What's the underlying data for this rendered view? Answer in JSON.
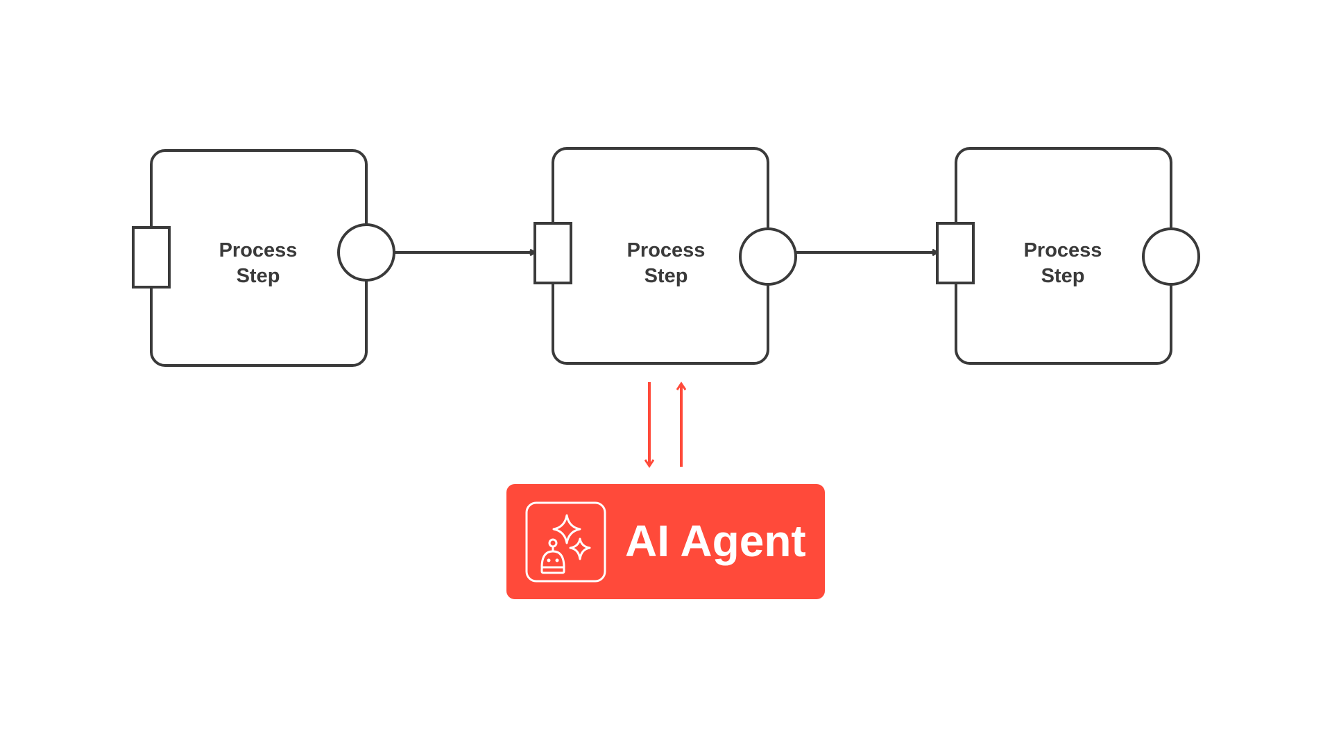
{
  "steps": [
    {
      "line1": "Process",
      "line2": "Step"
    },
    {
      "line1": "Process",
      "line2": "Step"
    },
    {
      "line1": "Process",
      "line2": "Step"
    }
  ],
  "agent": {
    "label": "AI Agent",
    "icon": "robot-sparkles-icon"
  },
  "colors": {
    "stroke": "#3a3a3a",
    "accent": "#ff4a3a",
    "background": "#ffffff"
  }
}
